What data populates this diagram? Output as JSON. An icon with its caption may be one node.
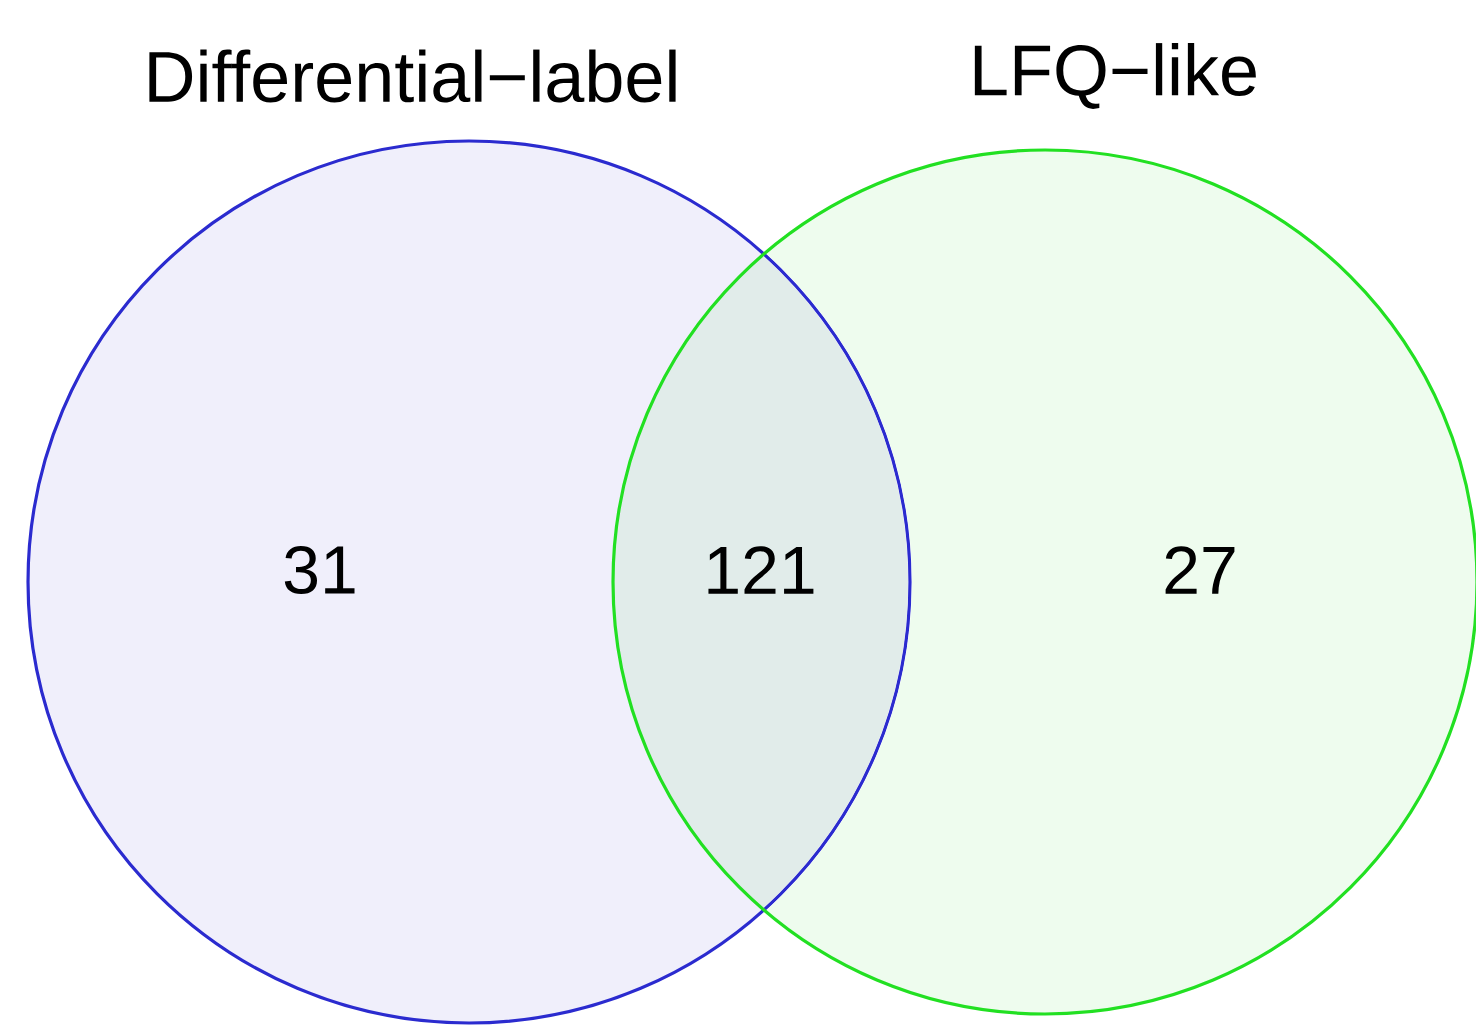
{
  "diagram": {
    "nodes": [
      {
        "text": [
          "Differential−label",
          "31"
        ]
      },
      {
        "text": [
          "LFQ−like",
          "27"
        ]
      }
    ],
    "labels": [
      "121"
    ]
  }
}
